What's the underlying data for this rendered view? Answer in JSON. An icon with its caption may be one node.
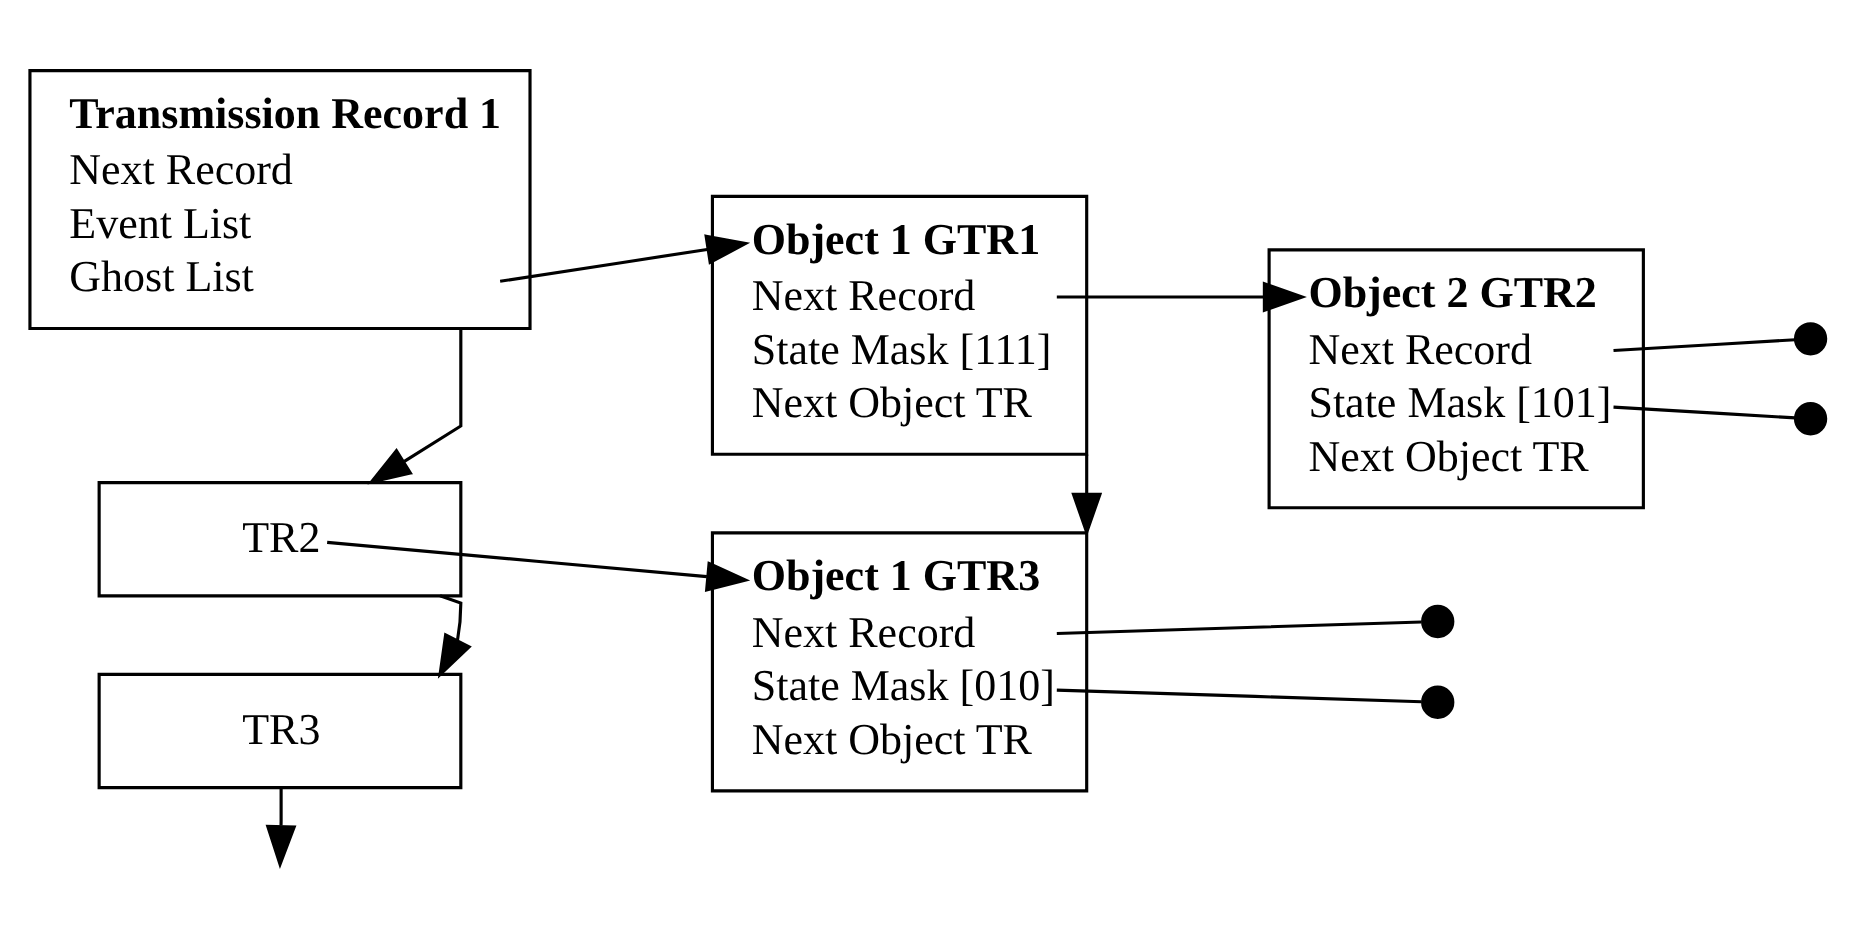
{
  "diagram": {
    "nodes": [
      {
        "text": [
          "Transmission Record 1",
          "Next Record",
          "Event List",
          "Ghost List"
        ]
      },
      {
        "text": [
          "Object 1 GTR1",
          "Next Record",
          "State Mask [111]",
          "Next Object TR"
        ]
      },
      {
        "text": [
          "Object 2 GTR2",
          "Next Record",
          "State Mask [101]",
          "Next Object TR"
        ]
      },
      {
        "text": [
          "TR2"
        ]
      },
      {
        "text": [
          "Object 1 GTR3",
          "Next Record",
          "State Mask [010]",
          "Next Object TR"
        ]
      },
      {
        "text": [
          "TR3"
        ]
      }
    ],
    "edges": [
      {
        "from": 0,
        "to": 1,
        "arrow": "to"
      },
      {
        "from": 1,
        "to": 2,
        "arrow": "to"
      },
      {
        "from": 0,
        "to": 3,
        "arrow": "to"
      },
      {
        "from": 3,
        "to": 4,
        "arrow": "to"
      },
      {
        "from": 1,
        "to": 4,
        "arrow": "to"
      },
      {
        "from": 3,
        "to": 5,
        "arrow": "to"
      },
      {
        "from": 5,
        "to": null,
        "arrow": "to"
      },
      {
        "from": 2,
        "to": null,
        "arrow": "other"
      },
      {
        "from": 2,
        "to": null,
        "arrow": "other"
      },
      {
        "from": 4,
        "to": null,
        "arrow": "other"
      },
      {
        "from": 4,
        "to": null,
        "arrow": "other"
      }
    ]
  }
}
